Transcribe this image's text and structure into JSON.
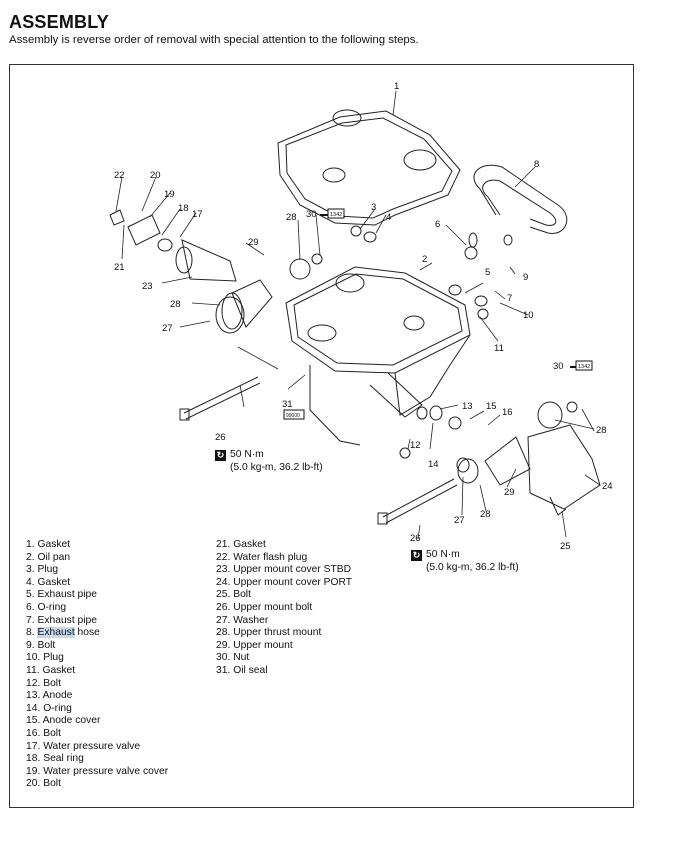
{
  "heading": "ASSEMBLY",
  "subtitle": "Assembly is reverse order of removal with special attention to the following steps.",
  "callouts": [
    {
      "id": "c1",
      "text": "1"
    },
    {
      "id": "c2",
      "text": "2"
    },
    {
      "id": "c3",
      "text": "3"
    },
    {
      "id": "c4",
      "text": "4"
    },
    {
      "id": "c5",
      "text": "5"
    },
    {
      "id": "c6",
      "text": "6"
    },
    {
      "id": "c7",
      "text": "7"
    },
    {
      "id": "c8",
      "text": "8"
    },
    {
      "id": "c9",
      "text": "9"
    },
    {
      "id": "c10",
      "text": "10"
    },
    {
      "id": "c11",
      "text": "11"
    },
    {
      "id": "c12",
      "text": "12"
    },
    {
      "id": "c13",
      "text": "13"
    },
    {
      "id": "c14",
      "text": "14"
    },
    {
      "id": "c15",
      "text": "15"
    },
    {
      "id": "c16",
      "text": "16"
    },
    {
      "id": "c17",
      "text": "17"
    },
    {
      "id": "c18",
      "text": "18"
    },
    {
      "id": "c19",
      "text": "19"
    },
    {
      "id": "c20",
      "text": "20"
    },
    {
      "id": "c21",
      "text": "21"
    },
    {
      "id": "c22",
      "text": "22"
    },
    {
      "id": "c23",
      "text": "23"
    },
    {
      "id": "c24",
      "text": "24"
    },
    {
      "id": "c25",
      "text": "25"
    },
    {
      "id": "c26a",
      "text": "26"
    },
    {
      "id": "c26b",
      "text": "26"
    },
    {
      "id": "c27a",
      "text": "27"
    },
    {
      "id": "c27b",
      "text": "27"
    },
    {
      "id": "c28a",
      "text": "28"
    },
    {
      "id": "c28b",
      "text": "28"
    },
    {
      "id": "c28c",
      "text": "28"
    },
    {
      "id": "c28d",
      "text": "28"
    },
    {
      "id": "c29a",
      "text": "29"
    },
    {
      "id": "c29b",
      "text": "29"
    },
    {
      "id": "c30a",
      "text": "30"
    },
    {
      "id": "c30b",
      "text": "30"
    },
    {
      "id": "c31",
      "text": "31"
    }
  ],
  "badges": {
    "b1342a": "1342",
    "b1342b": "1342",
    "b99": "99000"
  },
  "torque": {
    "value": "50 N·m",
    "detail": "(5.0 kg-m, 36.2 lb-ft)"
  },
  "parts_col1": [
    {
      "num": "1.",
      "name": "Gasket"
    },
    {
      "num": "2.",
      "name": "Oil pan"
    },
    {
      "num": "3.",
      "name": "Plug"
    },
    {
      "num": "4.",
      "name": "Gasket"
    },
    {
      "num": "5.",
      "name": "Exhaust pipe"
    },
    {
      "num": "6.",
      "name": "O-ring"
    },
    {
      "num": "7.",
      "name": "Exhaust pipe"
    },
    {
      "num": "8.",
      "name": "Exhaust hose",
      "highlight": "Exhaust",
      "rest": " hose"
    },
    {
      "num": "9.",
      "name": "Bolt"
    },
    {
      "num": "10.",
      "name": "Plug"
    },
    {
      "num": "11.",
      "name": "Gasket"
    },
    {
      "num": "12.",
      "name": "Bolt"
    },
    {
      "num": "13.",
      "name": "Anode"
    },
    {
      "num": "14.",
      "name": "O-ring"
    },
    {
      "num": "15.",
      "name": "Anode cover"
    },
    {
      "num": "16.",
      "name": "Bolt"
    },
    {
      "num": "17.",
      "name": "Water pressure valve"
    },
    {
      "num": "18.",
      "name": "Seal ring"
    },
    {
      "num": "19.",
      "name": "Water pressure valve cover"
    },
    {
      "num": "20.",
      "name": "Bolt"
    }
  ],
  "parts_col2": [
    {
      "num": "21.",
      "name": "Gasket"
    },
    {
      "num": "22.",
      "name": "Water flash plug"
    },
    {
      "num": "23.",
      "name": "Upper mount cover STBD"
    },
    {
      "num": "24.",
      "name": "Upper mount cover PORT"
    },
    {
      "num": "25.",
      "name": "Bolt"
    },
    {
      "num": "26.",
      "name": "Upper mount bolt"
    },
    {
      "num": "27.",
      "name": "Washer"
    },
    {
      "num": "28.",
      "name": "Upper thrust mount"
    },
    {
      "num": "29.",
      "name": "Upper mount"
    },
    {
      "num": "30.",
      "name": "Nut"
    },
    {
      "num": "31.",
      "name": "Oil seal"
    }
  ]
}
